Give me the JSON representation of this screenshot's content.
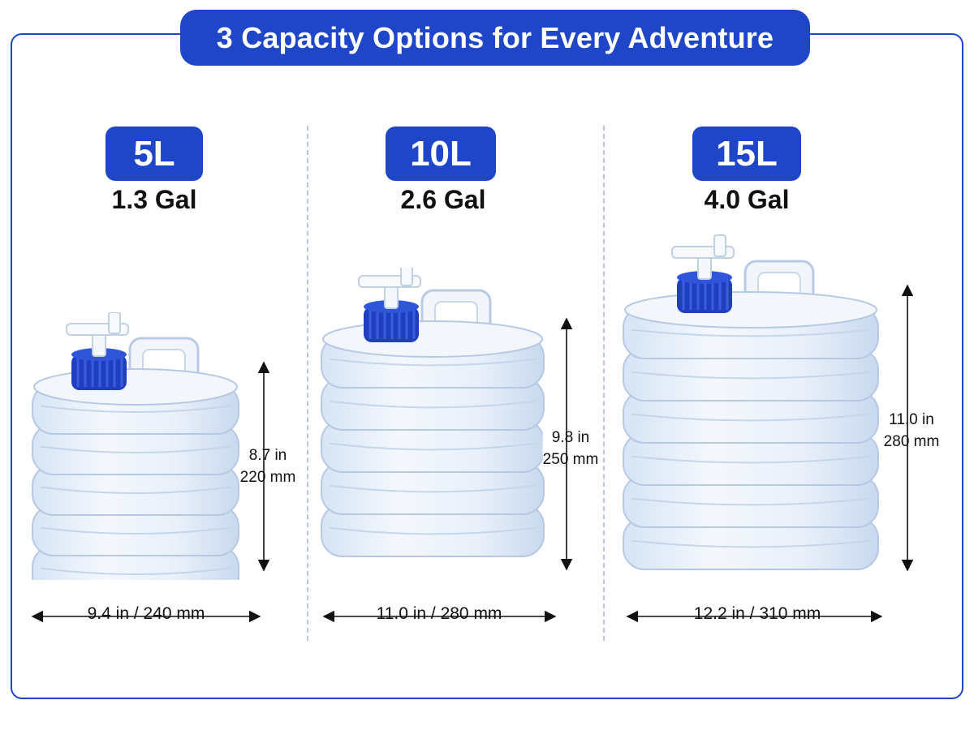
{
  "title": "3 Capacity Options for Every Adventure",
  "accent_color": "#1f46c8",
  "products": [
    {
      "capacity": "5L",
      "gallons": "1.3 Gal",
      "height_in": "8.7 in",
      "height_mm": "220 mm",
      "width": "9.4 in / 240 mm"
    },
    {
      "capacity": "10L",
      "gallons": "2.6 Gal",
      "height_in": "9.8 in",
      "height_mm": "250 mm",
      "width": "11.0 in / 280 mm"
    },
    {
      "capacity": "15L",
      "gallons": "4.0 Gal",
      "height_in": "11.0 in",
      "height_mm": "280 mm",
      "width": "12.2 in / 310 mm"
    }
  ]
}
